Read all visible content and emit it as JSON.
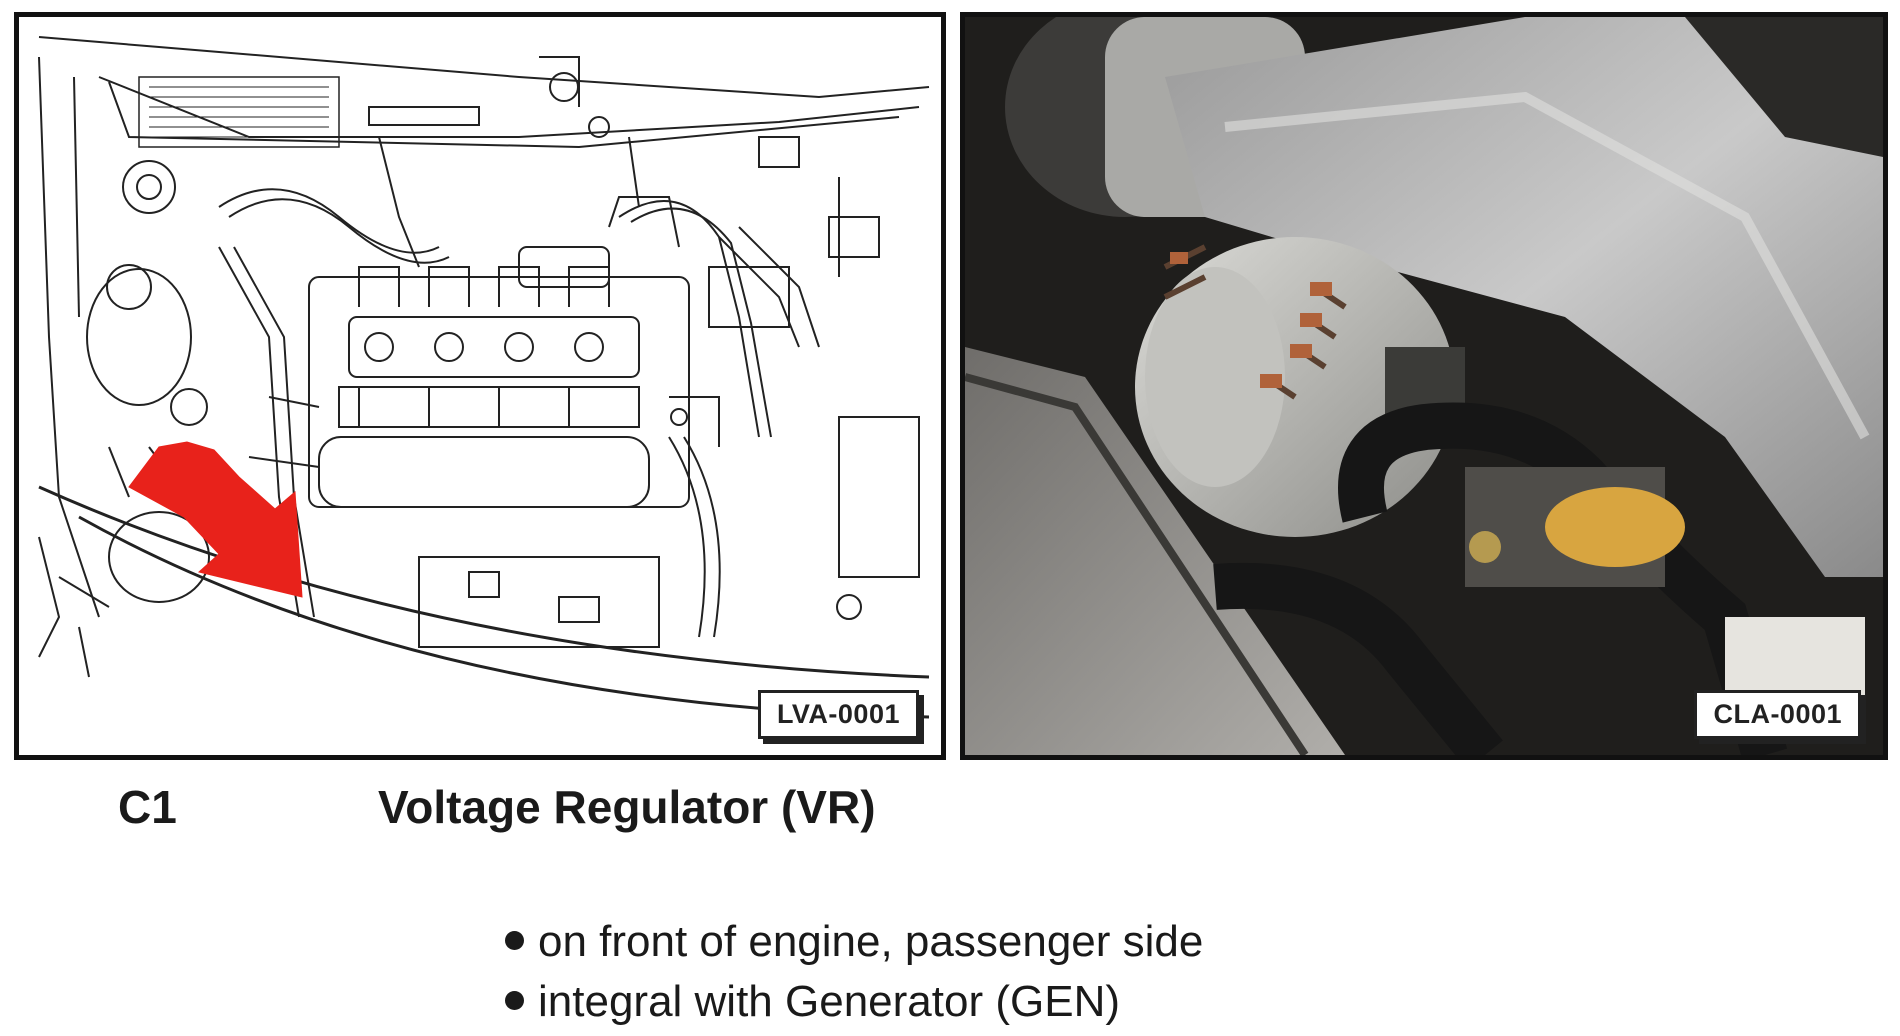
{
  "figures": {
    "left": {
      "label": "LVA-0001",
      "content": "engine-bay-line-drawing",
      "arrow_color": "#e8221b"
    },
    "right": {
      "label": "CLA-0001",
      "content": "generator-photo"
    }
  },
  "component": {
    "code": "C1",
    "name": "Voltage Regulator (VR)"
  },
  "location_notes": [
    "on front of engine, passenger side",
    "integral with Generator (GEN)"
  ]
}
